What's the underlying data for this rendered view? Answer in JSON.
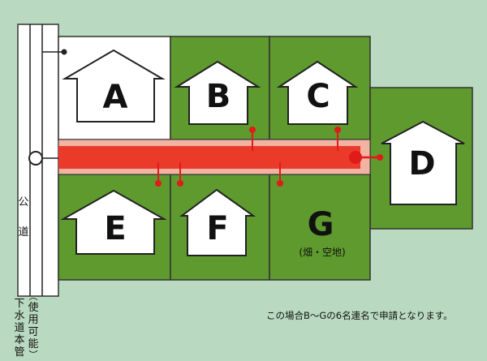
{
  "lots": {
    "a": "A",
    "b": "B",
    "c": "C",
    "d": "D",
    "e": "E",
    "f": "F",
    "g": "G"
  },
  "lot_g_note": "(畑・空地)",
  "road_label": [
    "公",
    "道"
  ],
  "sewer_label": {
    "main": [
      "下",
      "水",
      "道",
      "本",
      "管"
    ],
    "sub": [
      "︵",
      "使",
      "用",
      "可",
      "能",
      "︶"
    ]
  },
  "caption": "この場合B～Gの6名連名で申請となります。",
  "colors": {
    "background": "#b9dac0",
    "lot_green": "#5e9a2d",
    "lot_white": "#ffffff",
    "pipe_red": "#ea3b2a",
    "connector_red": "#e11a1a"
  }
}
